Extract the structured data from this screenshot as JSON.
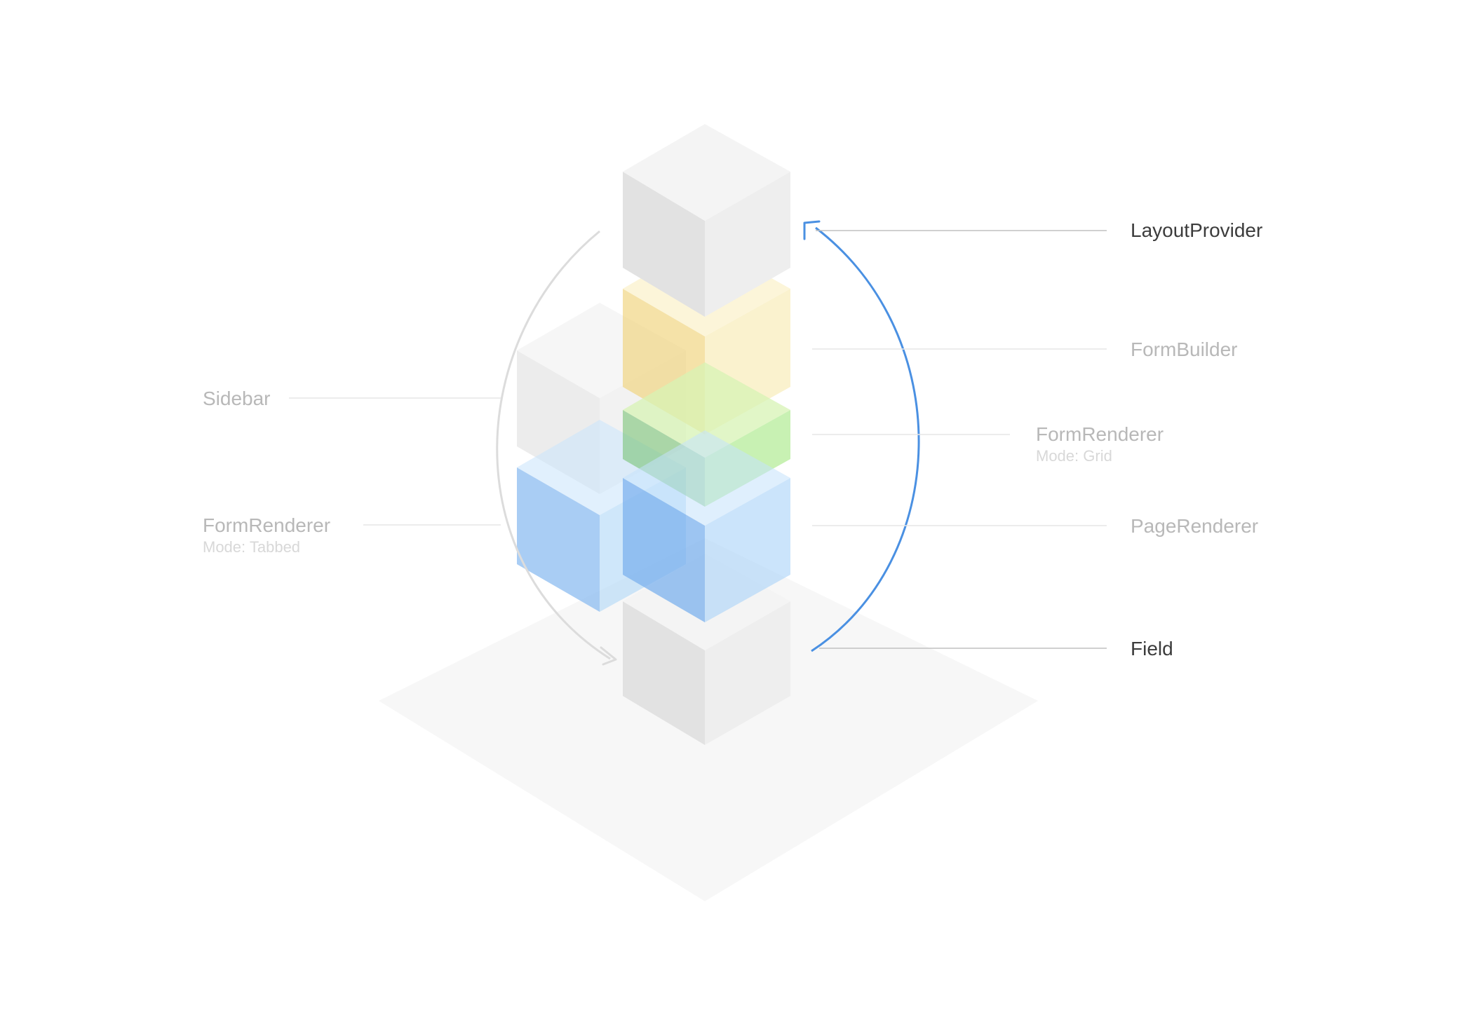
{
  "labels": {
    "layout_provider": "LayoutProvider",
    "form_builder": "FormBuilder",
    "form_renderer_grid": "FormRenderer",
    "form_renderer_grid_mode": "Mode: Grid",
    "page_renderer": "PageRenderer",
    "field": "Field",
    "sidebar": "Sidebar",
    "form_renderer_tabbed": "FormRenderer",
    "form_renderer_tabbed_mode": "Mode: Tabbed"
  },
  "colors": {
    "neutral_cube": "#eeeeee",
    "form_builder": "#f6e6a0",
    "form_renderer_grid": "#b6ec9a",
    "page_renderer": "#a9d2f8",
    "form_renderer_tabbed": "#8cbcf0",
    "upward_arrow": "#4a90e2",
    "downward_arrow": "#dcdcdc",
    "floor": "#f7f7f7"
  },
  "icons": {
    "upward_arrow": "arrow-up-curved-icon",
    "downward_arrow": "arrow-down-curved-icon"
  }
}
